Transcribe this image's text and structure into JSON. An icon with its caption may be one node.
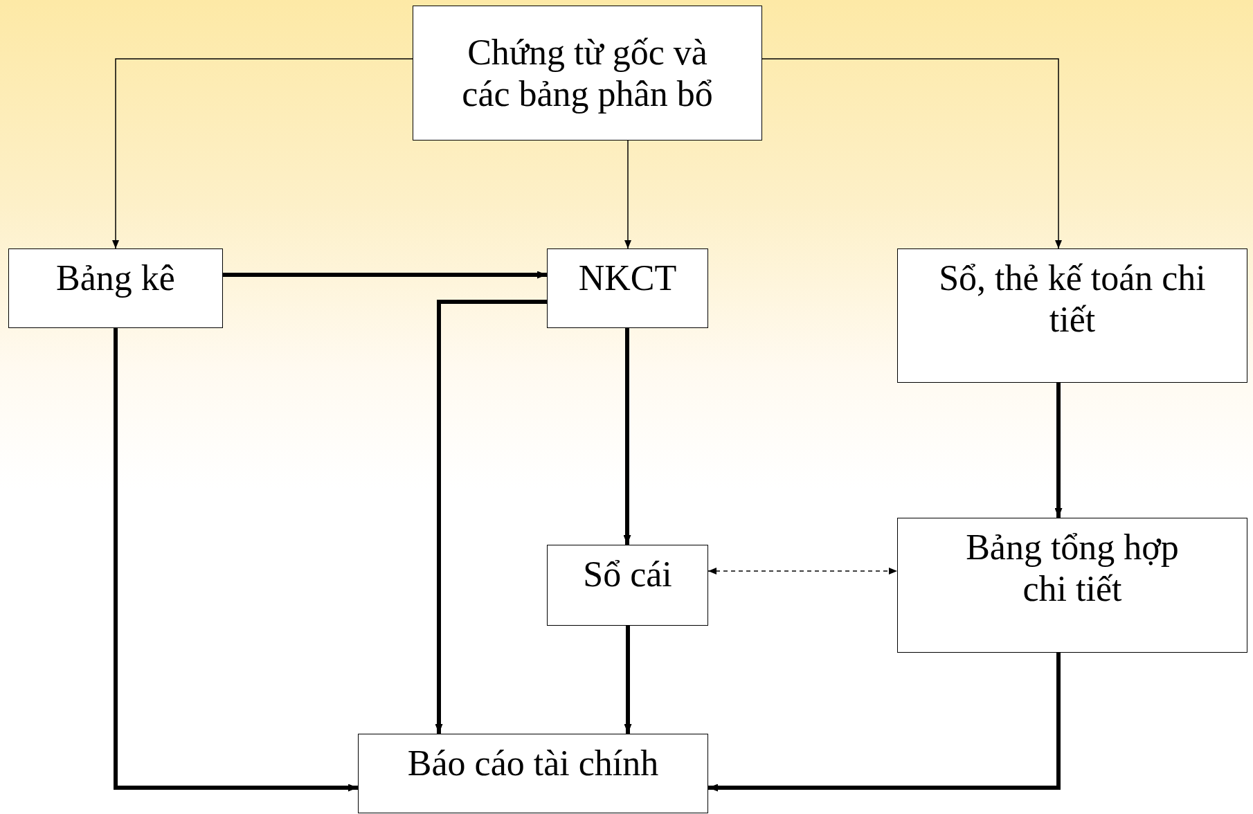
{
  "diagram": {
    "nodes": [
      {
        "text": [
          "Chứng từ gốc và các bảng phân bổ"
        ]
      },
      {
        "text": [
          "Bảng kê"
        ]
      },
      {
        "text": [
          "NKCT"
        ]
      },
      {
        "text": [
          "Sổ, thẻ kế toán chi tiết"
        ]
      },
      {
        "text": [
          "Sổ cái"
        ]
      },
      {
        "text": [
          "Bảng tổng hợp chi tiết"
        ]
      },
      {
        "text": [
          "Báo cáo tài chính"
        ]
      }
    ],
    "edges": [
      {
        "from": 0,
        "to": 1,
        "arrow": "to"
      },
      {
        "from": 0,
        "to": 2,
        "arrow": "to"
      },
      {
        "from": 0,
        "to": 3,
        "arrow": "to"
      },
      {
        "from": 1,
        "to": 2,
        "arrow": "to"
      },
      {
        "from": 2,
        "to": 6,
        "arrow": "to"
      },
      {
        "from": 2,
        "to": 4,
        "arrow": "to"
      },
      {
        "from": 3,
        "to": 5,
        "arrow": "to"
      },
      {
        "from": 4,
        "to": 5,
        "arrow": "both",
        "style": "dashed"
      },
      {
        "from": 4,
        "to": 6,
        "arrow": "to"
      },
      {
        "from": 1,
        "to": 6,
        "arrow": "to"
      },
      {
        "from": 5,
        "to": 6,
        "arrow": "to"
      }
    ]
  }
}
